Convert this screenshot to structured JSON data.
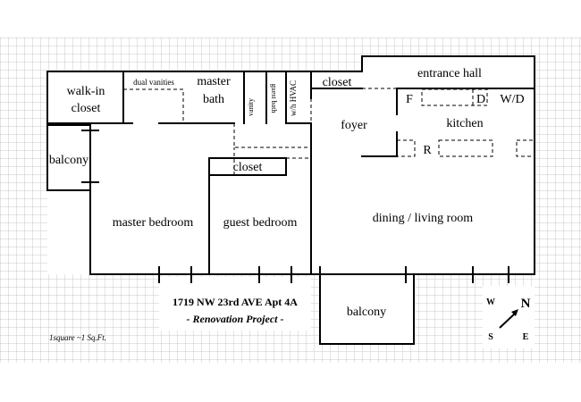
{
  "plan": {
    "rooms": {
      "walk_in_closet_line1": "walk-in",
      "walk_in_closet_line2": "closet",
      "dual_vanities": "dual vanities",
      "master_bath_line1": "master",
      "master_bath_line2": "bath",
      "vanity": "vanity",
      "guest_bath": "guest bath",
      "wh_hvac": "w/h HVAC",
      "closet_top": "closet",
      "entrance_hall": "entrance hall",
      "foyer": "foyer",
      "kitchen": "kitchen",
      "f": "F",
      "d": "D",
      "wd": "W/D",
      "r": "R",
      "balcony_left": "balcony",
      "closet_guest": "closet",
      "master_bedroom": "master bedroom",
      "guest_bedroom": "guest bedroom",
      "dining_living": "dining / living room",
      "balcony_bottom": "balcony"
    },
    "title_line1": "1719 NW 23rd AVE Apt 4A",
    "title_line2": "- Renovation Project -",
    "scale_note": "1square ~1 Sq.Ft.",
    "compass": {
      "n": "N",
      "w": "W",
      "s": "S",
      "e": "E"
    },
    "colors": {
      "grid": "#c8c8c8",
      "wall": "#000000",
      "background": "#ffffff"
    }
  }
}
